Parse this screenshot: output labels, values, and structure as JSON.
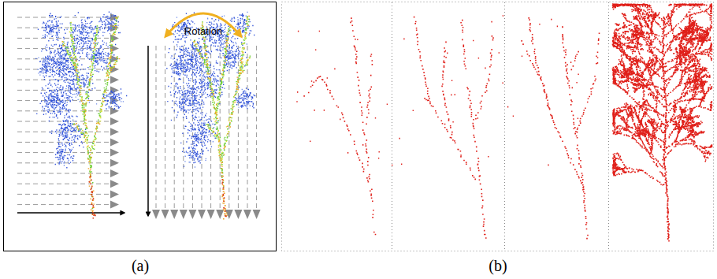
{
  "diagram": {
    "labels": [
      "Rotation",
      "(a)",
      "(b)"
    ]
  }
}
